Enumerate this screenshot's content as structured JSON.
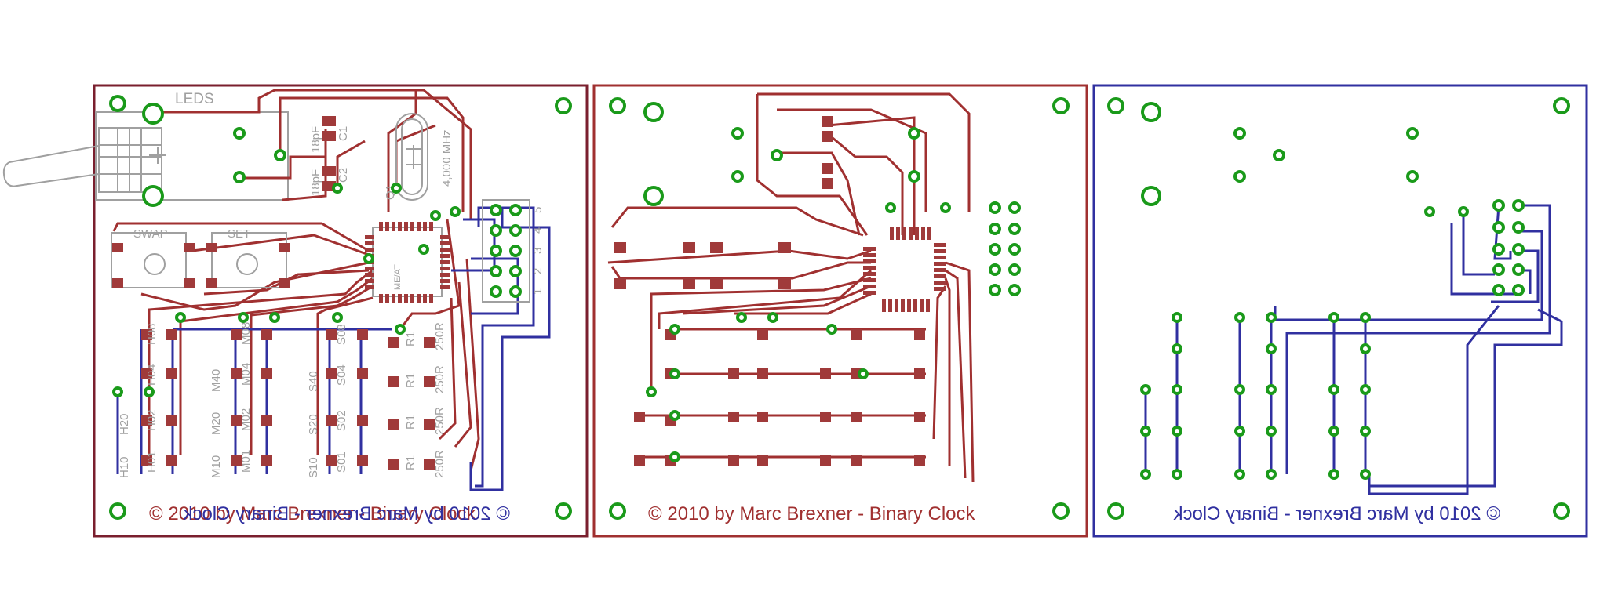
{
  "colors": {
    "background": "#ffffff",
    "top_copper": "#a03030",
    "top_pad": "#a03a3a",
    "bottom_copper": "#3030a0",
    "silkscreen": "#a0a0a0",
    "board_outline_composite": "#7a1f2e",
    "board_outline_top": "#a03030",
    "board_outline_bottom": "#3030a0",
    "via_ring": "#1a9a1a",
    "text_dark": "#333333"
  },
  "panels": {
    "composite": {
      "copyright_top_layer": "© 2010 by Marc Brexner - Binary Clock",
      "copyright_mirrored": "© 2010 by Marc Brexner - Binary Clock",
      "labels": {
        "leds": "LEDS",
        "swap": "SWAP",
        "set": "SET",
        "c1": "C1",
        "c2": "C2",
        "c1_value": "18pF",
        "c2_value": "18pF",
        "q1": "Q1",
        "freq": "4,000 MHz",
        "ic": "ME/AT",
        "r1": "R1",
        "r2": "R1",
        "r3": "R1",
        "r4": "R1",
        "r_value1": "250R",
        "r_value2": "250R",
        "r_value3": "250R",
        "r_value4": "250R",
        "h20": "H20",
        "h10": "H10",
        "m40": "M40",
        "m20": "M20",
        "m10": "M10",
        "s40": "S40",
        "s20": "S20",
        "s10": "S10",
        "h08": "H08",
        "h04": "H04",
        "h02": "H02",
        "h01": "H01",
        "m08": "M08",
        "m04": "M04",
        "m02": "M02",
        "m01": "M01",
        "s08": "S08",
        "s04": "S04",
        "s02": "S02",
        "s01": "S01",
        "pin1": "1",
        "pin2": "2",
        "pin3": "3",
        "pin4": "4",
        "pin5": "5"
      }
    },
    "top": {
      "copyright": "© 2010 by Marc Brexner - Binary Clock"
    },
    "bottom": {
      "copyright": "© 2010 by Marc Brexner - Binary Clock"
    }
  }
}
